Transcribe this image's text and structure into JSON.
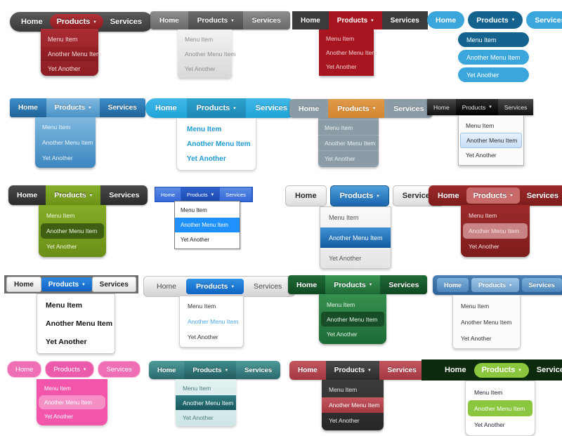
{
  "labels": {
    "home": "Home",
    "products": "Products",
    "services": "Services",
    "caret": "▾",
    "menu_item": "Menu Item",
    "another_menu_item": "Another Menu Item",
    "yet_another": "Yet Another"
  },
  "menus": [
    {
      "id": "dark-pill-red",
      "style": "s1",
      "top": [
        "Home",
        "Products",
        "Services"
      ],
      "active_index": 1,
      "items": [
        "Menu Item",
        "Another Menu Item",
        "Yet Another"
      ],
      "highlight_index": 1,
      "colors": {
        "bar": "#4a4a4a",
        "accent": "#a92b33",
        "text": "#ffffff"
      }
    },
    {
      "id": "grey-flat-light",
      "style": "s2",
      "top": [
        "Home",
        "Products",
        "Services"
      ],
      "active_index": 1,
      "items": [
        "Menu Item",
        "Another Menu Item",
        "Yet Another"
      ],
      "highlight_index": -1,
      "colors": {
        "bar": "#7b7b7b",
        "accent": "#5c5c5c",
        "text": "#ffffff"
      }
    },
    {
      "id": "black-bar-red-drop",
      "style": "s3",
      "top": [
        "Home",
        "Products",
        "Services"
      ],
      "active_index": 1,
      "items": [
        "Menu Item",
        "Another Menu Item",
        "Yet Another"
      ],
      "highlight_index": -1,
      "colors": {
        "bar": "#3b3b3b",
        "accent": "#a71620",
        "text": "#ffffff"
      }
    },
    {
      "id": "blue-pills-stacked",
      "style": "s4",
      "top": [
        "Home",
        "Products",
        "Services"
      ],
      "active_index": 1,
      "items": [
        "Menu Item",
        "Another Menu Item",
        "Yet Another"
      ],
      "highlight_index": 0,
      "colors": {
        "bar": "#3ba6db",
        "accent": "#14638f",
        "text": "#ffffff"
      }
    },
    {
      "id": "blue-gloss-square",
      "style": "s5",
      "top": [
        "Home",
        "Products",
        "Services"
      ],
      "active_index": 1,
      "items": [
        "Menu Item",
        "Another Menu Item",
        "Yet Another"
      ],
      "highlight_index": -1,
      "colors": {
        "bar": "#2f7bb4",
        "accent": "#7fb9e0",
        "text": "#ffffff"
      }
    },
    {
      "id": "cyan-pill-white-drop",
      "style": "s6",
      "top": [
        "Home",
        "Products",
        "Services"
      ],
      "active_index": 1,
      "items": [
        "Menu Item",
        "Another Menu Item",
        "Yet Another"
      ],
      "highlight_index": -1,
      "colors": {
        "bar": "#2eb0e0",
        "accent": "#1f9ad3",
        "text": "#ffffff"
      }
    },
    {
      "id": "slate-orange",
      "style": "s7",
      "top": [
        "Home",
        "Products",
        "Services"
      ],
      "active_index": 1,
      "items": [
        "Menu Item",
        "Another Menu Item",
        "Yet Another"
      ],
      "highlight_index": -1,
      "colors": {
        "bar": "#8b9ca6",
        "accent": "#d2862f",
        "text": "#ffffff"
      }
    },
    {
      "id": "black-glossy-aqua",
      "style": "s8",
      "top": [
        "Home",
        "Products",
        "Services"
      ],
      "active_index": 1,
      "items": [
        "Menu Item",
        "Another Menu Item",
        "Yet Another"
      ],
      "highlight_index": 1,
      "colors": {
        "bar": "#1a1a1a",
        "accent": "#c7ddf5",
        "text": "#e4e4e4"
      }
    },
    {
      "id": "dark-bar-green-drop",
      "style": "s9",
      "top": [
        "Home",
        "Products",
        "Services"
      ],
      "active_index": 1,
      "items": [
        "Menu Item",
        "Another Menu Item",
        "Yet Another"
      ],
      "highlight_index": 1,
      "colors": {
        "bar": "#3a3a3a",
        "accent": "#85ac27",
        "text": "#ffffff"
      }
    },
    {
      "id": "small-blue-classic",
      "style": "s10",
      "top": [
        "Home",
        "Products",
        "Services"
      ],
      "active_index": 1,
      "items": [
        "Menu Item",
        "Another Menu Item",
        "Yet Another"
      ],
      "highlight_index": 1,
      "colors": {
        "bar": "#3468d6",
        "accent": "#1e90ff",
        "text": "#ffffff"
      }
    },
    {
      "id": "white-blue-glossy-tabs",
      "style": "s11",
      "top": [
        "Home",
        "Products",
        "Services"
      ],
      "active_index": 1,
      "items": [
        "Menu Item",
        "Another Menu Item",
        "Yet Another"
      ],
      "highlight_index": 1,
      "colors": {
        "bar": "#eeeeee",
        "accent": "#1a65ad",
        "text": "#2a2a2a"
      }
    },
    {
      "id": "dark-red-rounded",
      "style": "s12",
      "top": [
        "Home",
        "Products",
        "Services"
      ],
      "active_index": 1,
      "items": [
        "Menu Item",
        "Another Menu Item",
        "Yet Another"
      ],
      "highlight_index": 1,
      "colors": {
        "bar": "#8d2323",
        "accent": "#c96a6a",
        "text": "#ffffff"
      }
    },
    {
      "id": "grey-bar-bold-menu",
      "style": "s13",
      "top": [
        "Home",
        "Products",
        "Services"
      ],
      "active_index": 1,
      "items": [
        "Menu Item",
        "Another Menu Item",
        "Yet Another"
      ],
      "highlight_index": -1,
      "colors": {
        "bar": "#6d6d6d",
        "accent": "#1064c4",
        "text": "#ffffff"
      }
    },
    {
      "id": "light-grey-glossy",
      "style": "s14",
      "top": [
        "Home",
        "Products",
        "Services"
      ],
      "active_index": 1,
      "items": [
        "Menu Item",
        "Another Menu Item",
        "Yet Another"
      ],
      "highlight_index": 1,
      "colors": {
        "bar": "#e4e4e4",
        "accent": "#0f63c4",
        "text": "#4a4a4a"
      }
    },
    {
      "id": "dark-green",
      "style": "s15",
      "top": [
        "Home",
        "Products",
        "Services"
      ],
      "active_index": 1,
      "items": [
        "Menu Item",
        "Another Menu Item",
        "Yet Another"
      ],
      "highlight_index": 1,
      "colors": {
        "bar": "#17582a",
        "accent": "#36904f",
        "text": "#ffffff"
      }
    },
    {
      "id": "steel-blue-tabs",
      "style": "s16",
      "top": [
        "Home",
        "Products",
        "Services"
      ],
      "active_index": 1,
      "items": [
        "Menu Item",
        "Another Menu Item",
        "Yet Another"
      ],
      "highlight_index": -1,
      "colors": {
        "bar": "#3a6f a5",
        "accent": "#9dc6e8",
        "text": "#ffffff"
      }
    },
    {
      "id": "pink-pills",
      "style": "s17",
      "top": [
        "Home",
        "Products",
        "Services"
      ],
      "active_index": 1,
      "items": [
        "Menu Item",
        "Another Menu Item",
        "Yet Another"
      ],
      "highlight_index": 1,
      "colors": {
        "bar": "#ef6fb5",
        "accent": "#f58fc6",
        "text": "#ffffff"
      }
    },
    {
      "id": "teal-gradient",
      "style": "s18",
      "top": [
        "Home",
        "Products",
        "Services"
      ],
      "active_index": 1,
      "items": [
        "Menu Item",
        "Another Menu Item",
        "Yet Another"
      ],
      "highlight_index": 1,
      "colors": {
        "bar": "#3d8484",
        "accent": "#18585c",
        "text": "#ffffff"
      }
    },
    {
      "id": "red-bar-dark-drop",
      "style": "s19",
      "top": [
        "Home",
        "Products",
        "Services"
      ],
      "active_index": 1,
      "items": [
        "Menu Item",
        "Another Menu Item",
        "Yet Another"
      ],
      "highlight_index": 1,
      "colors": {
        "bar": "#b44750",
        "accent": "#2b2b2b",
        "text": "#ffffff"
      }
    },
    {
      "id": "darkgreen-lime",
      "style": "s20",
      "top": [
        "Home",
        "Products",
        "Services"
      ],
      "active_index": 1,
      "items": [
        "Menu Item",
        "Another Menu Item",
        "Yet Another"
      ],
      "highlight_index": 1,
      "colors": {
        "bar": "#0c2a0c",
        "accent": "#8bc63f",
        "text": "#ffffff"
      }
    }
  ]
}
